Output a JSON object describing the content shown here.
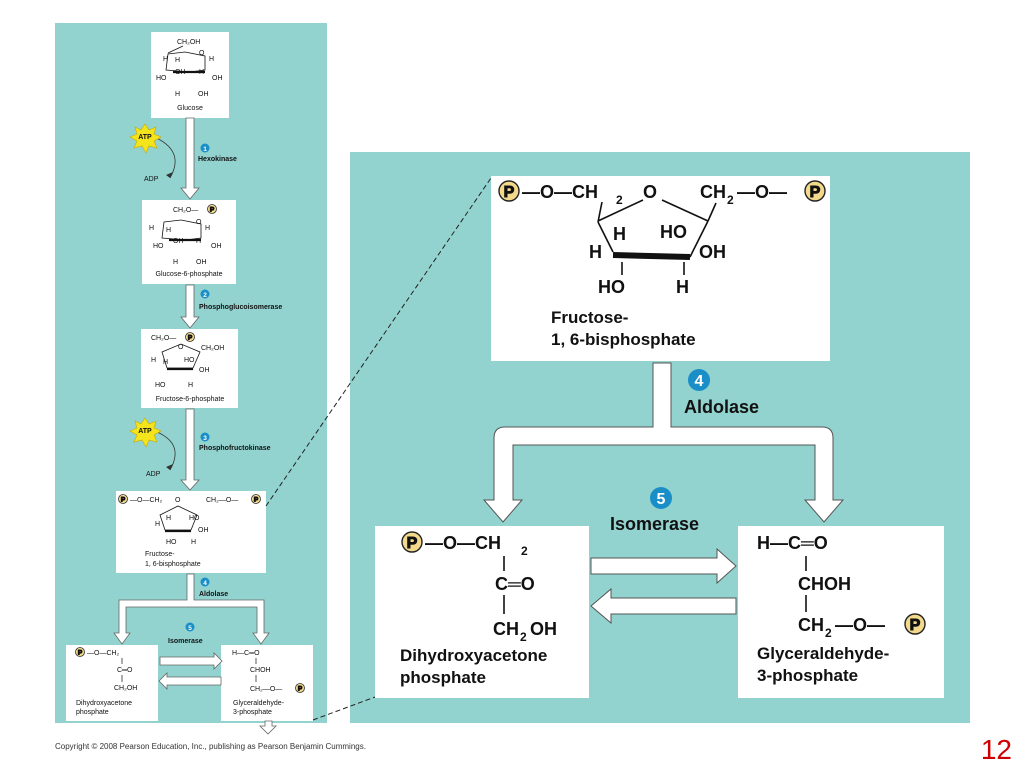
{
  "colors": {
    "panel": "#93d3cf",
    "box": "#ffffff",
    "step_circle": "#1a8fc7",
    "atp_burst": "#f4e41c",
    "phosphate": "#f2d98b",
    "page_number": "#d00000"
  },
  "left": {
    "glucose_label": "Glucose",
    "atp1": "ATP",
    "adp1": "ADP",
    "step1_num": "1",
    "step1_label": "Hexokinase",
    "g6p_label": "Glucose-6-phosphate",
    "step2_num": "2",
    "step2_label": "Phosphoglucoisomerase",
    "f6p_label": "Fructose-6-phosphate",
    "atp2": "ATP",
    "adp2": "ADP",
    "step3_num": "3",
    "step3_label": "Phosphofructokinase",
    "fbp_line1": "Fructose-",
    "fbp_line2": "1, 6-bisphosphate",
    "step4_num": "4",
    "step4_label": "Aldolase",
    "step5_num": "5",
    "step5_label": "Isomerase",
    "dhap_line1": "Dihydroxyacetone",
    "dhap_line2": "phosphate",
    "g3p_line1": "Glyceraldehyde-",
    "g3p_line2": "3-phosphate"
  },
  "right": {
    "fbp_line1": "Fructose-",
    "fbp_line2": "1, 6-bisphosphate",
    "step4_num": "4",
    "step4_label": "Aldolase",
    "step5_num": "5",
    "step5_label": "Isomerase",
    "dhap_line1": "Dihydroxyacetone",
    "dhap_line2": "phosphate",
    "g3p_line1": "Glyceraldehyde-",
    "g3p_line2": "3-phosphate"
  },
  "footer": {
    "copyright": "Copyright © 2008 Pearson Education, Inc., publishing as Pearson Benjamin Cummings.",
    "page_number": "12"
  }
}
